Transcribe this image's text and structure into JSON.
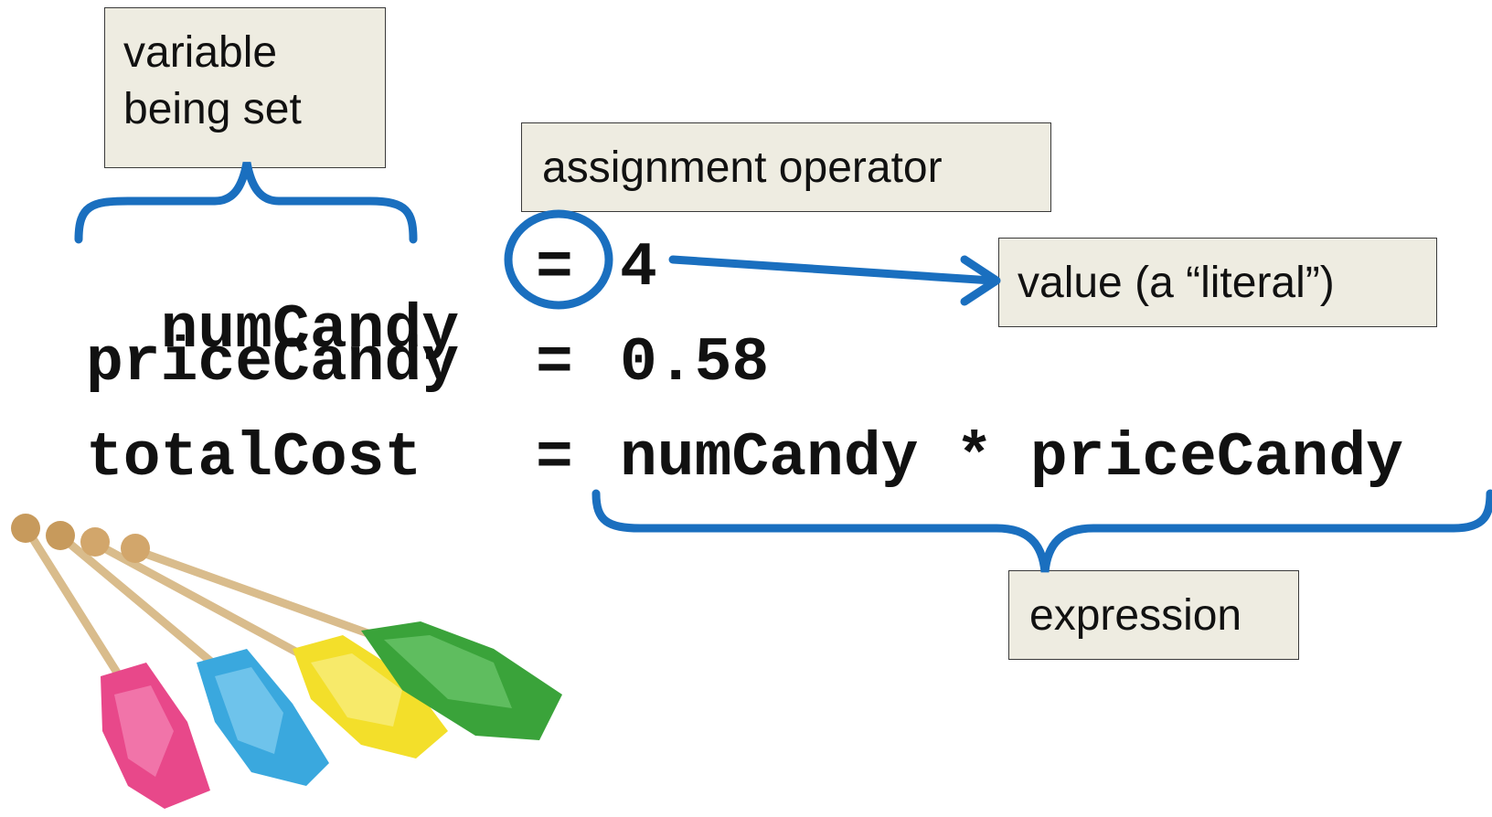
{
  "labels": {
    "variable_line1": "variable",
    "variable_line2": "being set",
    "assignment": "assignment operator",
    "value": "value (a “literal”)",
    "expression": "expression"
  },
  "code": {
    "line1": {
      "var": "numCandy",
      "op": "=",
      "value": "4"
    },
    "line2": {
      "var": "priceCandy",
      "op": "=",
      "value": "0.58"
    },
    "line3": {
      "var": "totalCost",
      "op": "=",
      "expr": "numCandy * priceCandy"
    }
  },
  "colors": {
    "annotation_blue": "#1a6fbf",
    "label_fill": "#eeece1",
    "candy_pink": "#e8488a",
    "candy_blue": "#3aa8de",
    "candy_yellow": "#f3df2a",
    "candy_green": "#3aa33a"
  },
  "icons": [
    "rock-candy-sticks-image"
  ]
}
